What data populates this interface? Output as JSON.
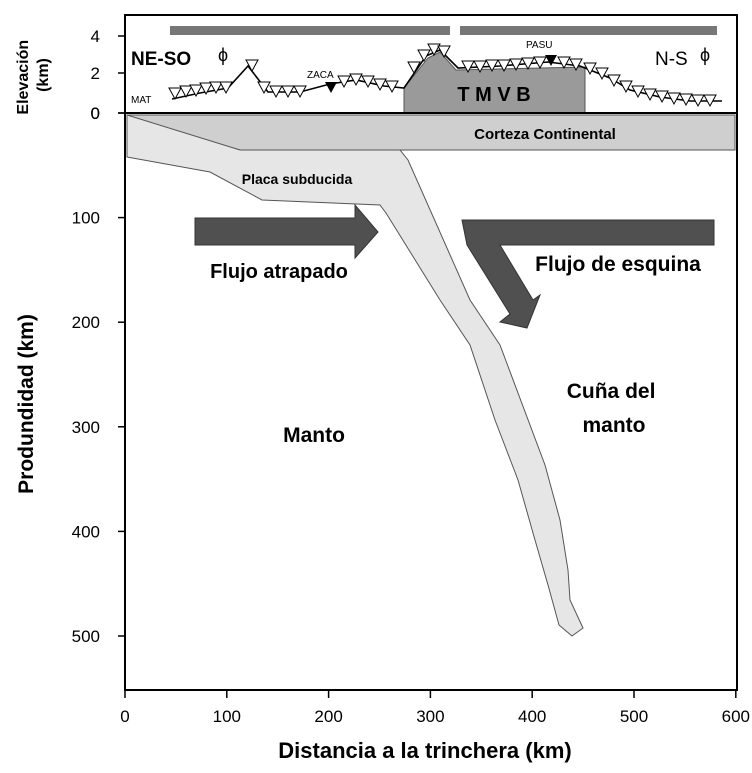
{
  "colors": {
    "background": "#ffffff",
    "frame": "#000000",
    "bar": "#777777",
    "tmvb": "#9a9a9a",
    "slab": "#e6e6e6",
    "crust": "#cfcfcf",
    "arrow": "#505050",
    "topo": "#000000"
  },
  "elevation_panel": {
    "ylabel_line1": "Elevación",
    "ylabel_line2": "(km)",
    "ticks": [
      "4",
      "2",
      "0"
    ],
    "left_label": "NE-SO",
    "right_label": "N-S",
    "phi": "ϕ",
    "region_label": "T M V B",
    "station_mat": "MAT",
    "station_zaca": "ZACA",
    "station_pasu": "PASU"
  },
  "section": {
    "crust_label": "Corteza Continental",
    "slab_label": "Placa subducida",
    "trapped_flow_label": "Flujo atrapado",
    "corner_flow_label": "Flujo de esquina",
    "mantle_label": "Manto",
    "wedge_label_line1": "Cuña del",
    "wedge_label_line2": "manto"
  },
  "axes": {
    "y_title": "Produndidad (km)",
    "x_title": "Distancia a la trinchera (km)",
    "y_ticks": [
      "0",
      "100",
      "200",
      "300",
      "400",
      "500"
    ],
    "x_ticks": [
      "0",
      "100",
      "200",
      "300",
      "400",
      "500",
      "600"
    ]
  }
}
